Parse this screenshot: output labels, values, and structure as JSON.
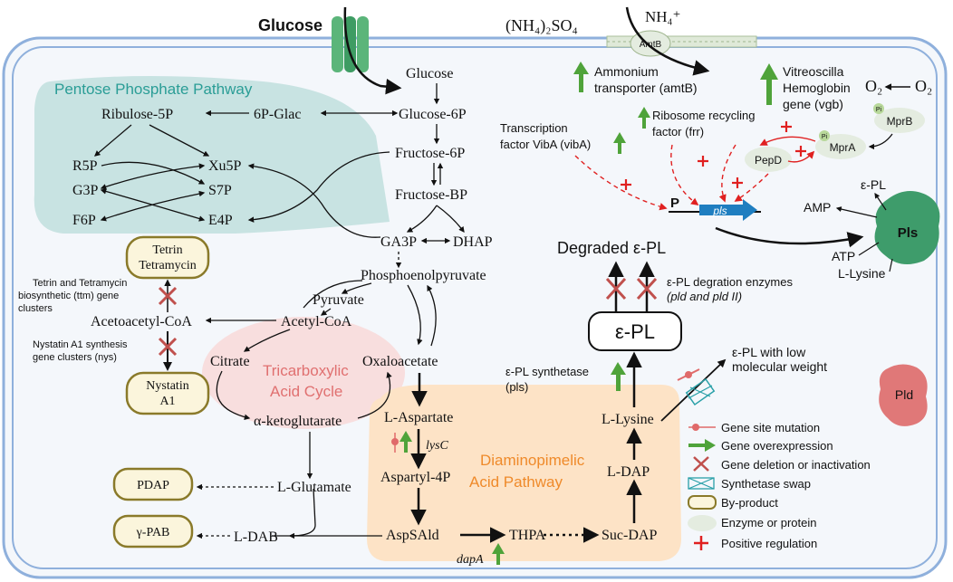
{
  "colors": {
    "cell_wall": "#8fb0dc",
    "cell_fill": "#f4f7fb",
    "ppp": "#b9dcd9",
    "ppp_title": "#2a9d96",
    "tca": "#f8dede",
    "tca_title": "#e07070",
    "dap": "#fde3c6",
    "dap_title": "#ef8a2a",
    "overexpression": "#4fa33a",
    "deletion": "#c0504d",
    "positive": "#e02020",
    "mutation": "#e06a6a",
    "swap": "#2aa0a8",
    "byproduct_border": "#8a7a2a",
    "byproduct_fill": "#fbf5dc",
    "enzyme": "#e4ece0",
    "pls": "#3e9c6b",
    "pld": "#e07878"
  },
  "icons": [
    "glucose-channel-icon",
    "ammonium-transporter-amtb-icon",
    "pls-enzyme-icon",
    "pld-enzyme-icon",
    "pls-gene-arrow-icon"
  ],
  "outside": {
    "glucose": "Glucose",
    "ammonium_sulfate": "(NH₄)₂SO₄",
    "nh4": "NH₄⁺",
    "o2_outside": "O₂"
  },
  "ppp": {
    "title": "Pentose Phosphate  Pathway",
    "ribulose5p": "Ribulose-5P",
    "glac": "6P-Glac",
    "r5p": "R5P",
    "xu5p": "Xu5P",
    "g3p": "G3P",
    "s7p": "S7P",
    "f6p": "F6P",
    "e4p": "E4P"
  },
  "glycolysis": {
    "glucose": "Glucose",
    "glucose6p": "Glucose-6P",
    "fructose6p": "Fructose-6P",
    "fructosebp": "Fructose-BP",
    "ga3p": "GA3P",
    "dhap": "DHAP",
    "pep": "Phosphoenolpyruvate",
    "pyruvate": "Pyruvate",
    "acetylcoa": "Acetyl-CoA",
    "acetoacetylcoa": "Acetoacetyl-CoA"
  },
  "tca": {
    "title_line1": "Tricarboxylic",
    "title_line2": "Acid Cycle",
    "citrate": "Citrate",
    "oxaloacetate": "Oxaloacetate",
    "akg": "α-ketoglutarate"
  },
  "byproducts": {
    "tetrin_line1": "Tetrin",
    "tetrin_line2": "Tetramycin",
    "nystatin_line1": "Nystatin",
    "nystatin_line2": "A1",
    "pdap": "PDAP",
    "gpab": "γ-PAB",
    "ttm_note_line1": "Tetrin and  Tetramycin",
    "ttm_note_line2": "biosynthetic (ttm) gene",
    "ttm_note_line3": "clusters",
    "nys_note_line1": "Nystatin A1 synthesis",
    "nys_note_line2": "gene clusters (nys)"
  },
  "glutamate": {
    "glutamate": "L-Glutamate",
    "dab": "L-DAB"
  },
  "dap_pathway": {
    "title_line1": "Diaminopimelic",
    "title_line2": "Acid Pathway",
    "aspartate": "L-Aspartate",
    "lysc": "lysC",
    "aspartyl4p": "Aspartyl-4P",
    "aspsald": "AspSAld",
    "thpa": "THPA",
    "sucdap": "Suc-DAP",
    "ldap": "L-DAP",
    "lysine": "L-Lysine",
    "dapa": "dapA"
  },
  "epl": {
    "box": "ε-PL",
    "degraded": "Degraded ε-PL",
    "degr_enzymes_line1": "ε-PL degration enzymes",
    "degr_enzymes_line2": "(pld  and pld II)",
    "synthetase_line1": "ε-PL synthetase",
    "synthetase_line2": "(pls)",
    "low_mw_line1": "ε-PL with low",
    "low_mw_line2": "molecular weight"
  },
  "genes": {
    "amtb_label": "AmtB",
    "amtb_line1": "Ammonium",
    "amtb_line2": "transporter (amtB)",
    "vgb_line1": "Vitreoscilla",
    "vgb_line2": "Hemoglobin",
    "vgb_line3": "gene (vgb)",
    "o2_inside": "O₂",
    "frr_line1": "Ribosome recycling",
    "frr_line2": "factor (frr)",
    "viba_line1": "Transcription",
    "viba_line2": "factor VibA (vibA)",
    "mprb": "MprB",
    "mpra": "MprA",
    "pepd": "PepD",
    "pi": "Pi",
    "promoter": "P",
    "pls_gene": "pls"
  },
  "pls_enzyme": {
    "name": "Pls",
    "epl": "ε-PL",
    "amp": "AMP",
    "atp": "ATP",
    "lysine": "L-Lysine"
  },
  "pld_enzyme": {
    "name": "Pld"
  },
  "legend": {
    "mutation": "Gene site mutation",
    "overexpression": "Gene overexpression",
    "deletion": "Gene deletion or inactivation",
    "swap": "Synthetase swap",
    "byproduct": "By-product",
    "enzyme": "Enzyme or protein",
    "positive": "Positive regulation"
  }
}
